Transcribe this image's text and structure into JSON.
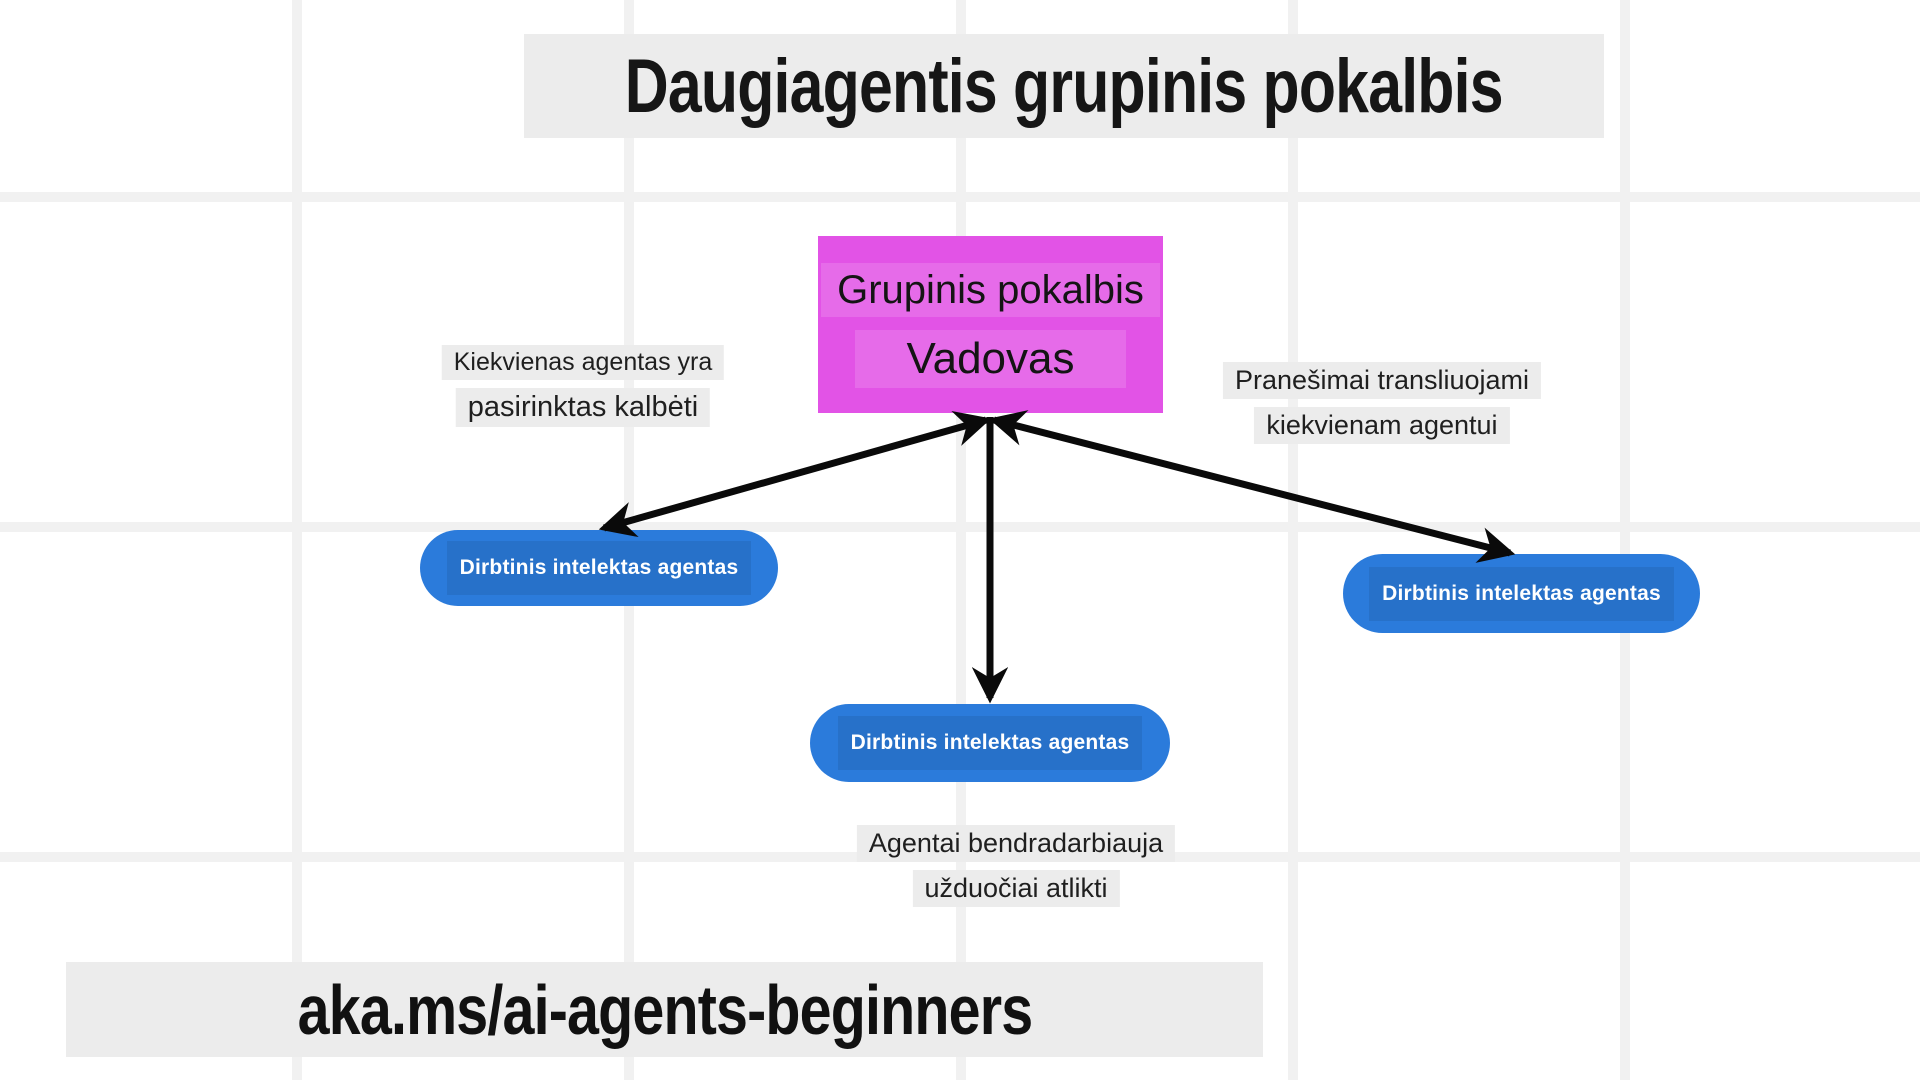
{
  "title": "Daugiagentis grupinis pokalbis",
  "manager": {
    "line1": "Grupinis pokalbis",
    "line2": "Vadovas"
  },
  "agents": [
    {
      "label": "Dirbtinis intelektas agentas"
    },
    {
      "label": "Dirbtinis intelektas agentas"
    },
    {
      "label": "Dirbtinis intelektas agentas"
    }
  ],
  "annotations": {
    "left": {
      "line1": "Kiekvienas agentas yra",
      "line2": "pasirinktas kalbėti"
    },
    "right": {
      "line1": "Pranešimai transliuojami",
      "line2": "kiekvienam agentui"
    },
    "bottom": {
      "line1": "Agentai bendradarbiauja",
      "line2": "užduočiai atlikti"
    }
  },
  "footer": {
    "link": "aka.ms/ai-agents-beginners"
  },
  "colors": {
    "background": "#ffffff",
    "grid_line": "#f1f1f1",
    "text_highlight": "#ececec",
    "manager_fill": "#e253e6",
    "agent_fill": "#2b7bdb",
    "agent_text": "#ffffff",
    "diagram_text": "#1f1f1f",
    "arrow": "#0a0a0a"
  }
}
